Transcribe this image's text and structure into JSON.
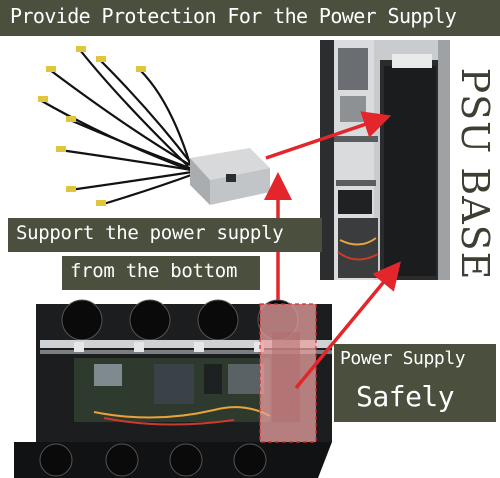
{
  "banner": {
    "text": "Provide Protection For the Power Supply"
  },
  "captions": {
    "support_line1": "Support the power supply",
    "support_line2": "from the bottom",
    "power_line1": "Power Supply",
    "power_line2": "Safely",
    "psu_base": "PSU BASE"
  },
  "colors": {
    "banner_bg": "#4b4f3d",
    "arrow": "#e2262c",
    "highlight": "#e8a0a0"
  }
}
